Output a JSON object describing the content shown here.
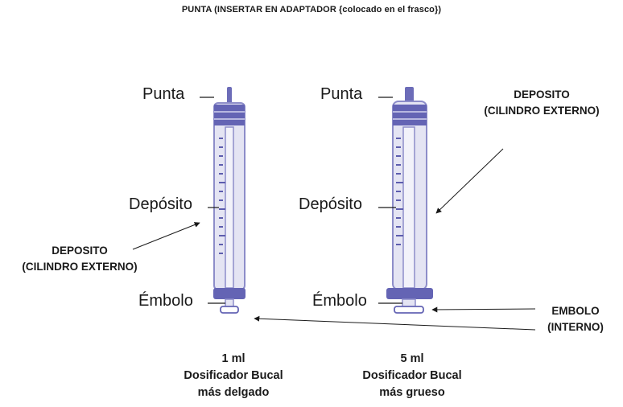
{
  "title": "PUNTA (INSERTAR EN ADAPTADOR {colocado en el frasco})",
  "labels": {
    "small": {
      "tip": "Punta",
      "barrel": "Depósito",
      "plunger": "Émbolo"
    },
    "large": {
      "tip": "Punta",
      "barrel": "Depósito",
      "plunger": "Émbolo"
    }
  },
  "callouts": {
    "left_barrel": [
      "DEPOSITO",
      "(CILINDRO EXTERNO)"
    ],
    "right_barrel": [
      "DEPOSITO",
      "(CILINDRO EXTERNO)"
    ],
    "plunger": [
      "EMBOLO",
      "(INTERNO)"
    ]
  },
  "captions": {
    "small": [
      "1 ml",
      "Dosificador Bucal",
      "más delgado"
    ],
    "large": [
      "5 ml",
      "Dosificador Bucal",
      "más grueso"
    ]
  },
  "colors": {
    "barrel_fill": "#e4e4f3",
    "barrel_stroke": "#8d8dc9",
    "accent": "#5d5dae",
    "line": "#1a1a1a"
  }
}
